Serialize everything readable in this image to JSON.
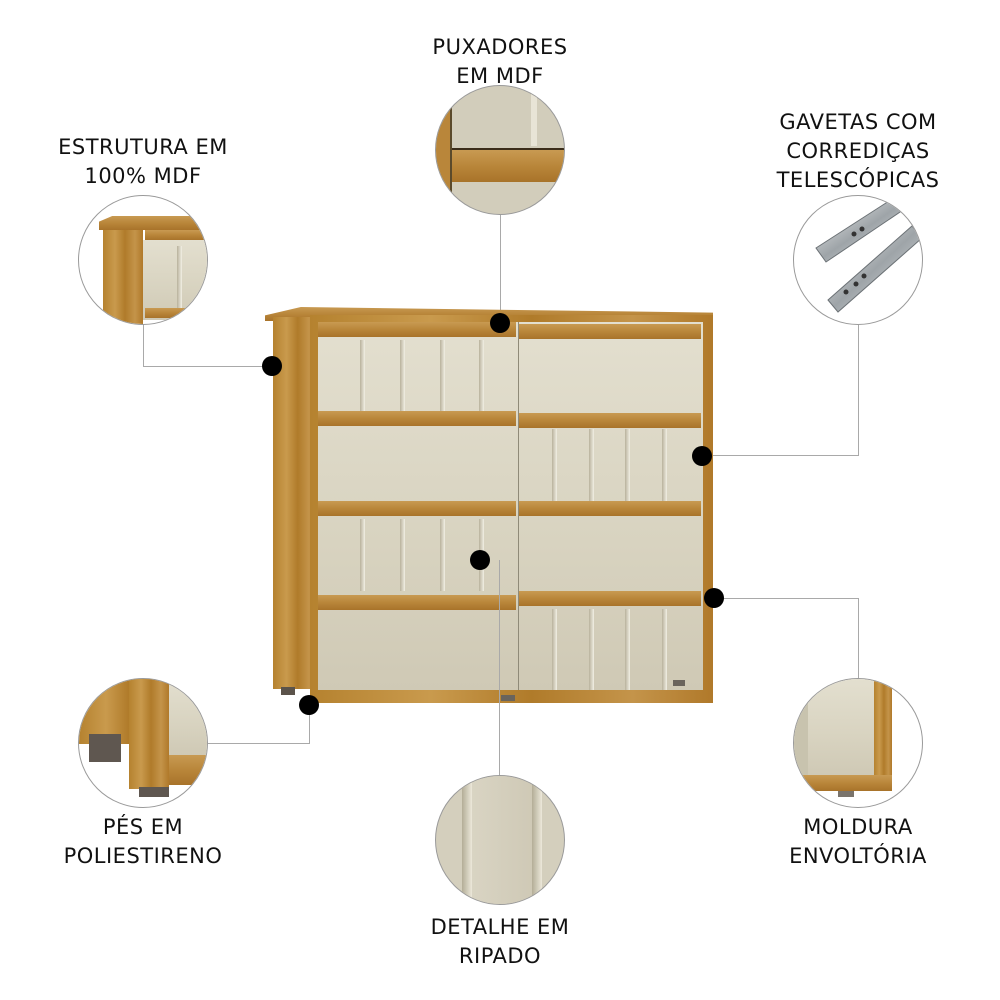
{
  "features": {
    "puxadores": {
      "line1": "PUXADORES",
      "line2": "EM MDF"
    },
    "estrutura": {
      "line1": "ESTRUTURA EM",
      "line2": "100% MDF"
    },
    "gavetas": {
      "line1": "GAVETAS COM",
      "line2": "CORREDIÇAS",
      "line3": "TELESCÓPICAS"
    },
    "pes": {
      "line1": "PÉS EM",
      "line2": "POLIESTIRENO"
    },
    "moldura": {
      "line1": "MOLDURA",
      "line2": "ENVOLTÓRIA"
    },
    "detalhe": {
      "line1": "DETALHE EM",
      "line2": "RIPADO"
    }
  },
  "product": {
    "type": "chest-of-drawers",
    "drawer_count": 8,
    "colors": {
      "wood": "#B5822F",
      "panel": "#DDD8C6",
      "callout_dot": "#000000",
      "callout_line": "#A9A9A9"
    }
  }
}
